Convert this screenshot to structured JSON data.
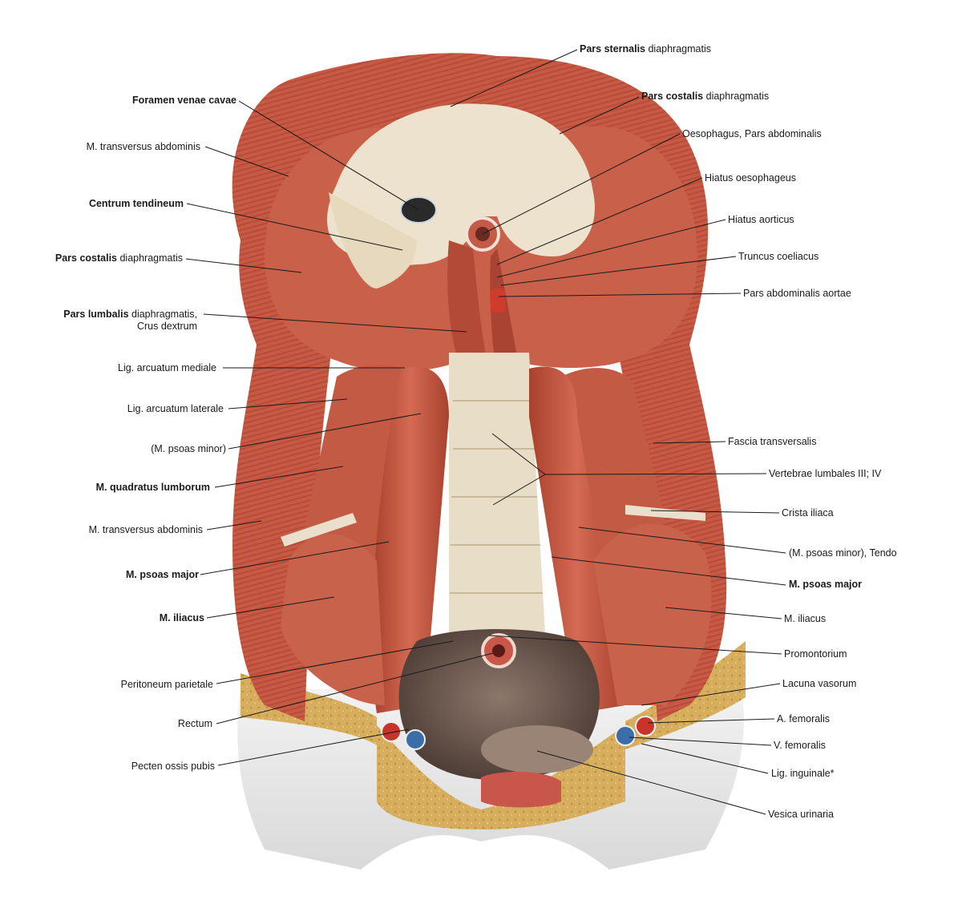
{
  "labels_left": [
    {
      "id": "foramen-venae-cavae",
      "bold": "Foramen venae cavae",
      "rest": ""
    },
    {
      "id": "m-transversus-abdominis-top",
      "bold": "",
      "rest": "M. transversus abdominis"
    },
    {
      "id": "centrum-tendineum",
      "bold": "Centrum tendineum",
      "rest": ""
    },
    {
      "id": "pars-costalis-left",
      "bold": "Pars costalis",
      "rest": " diaphragmatis"
    },
    {
      "id": "pars-lumbalis",
      "bold": "Pars lumbalis",
      "rest": " diaphragmatis,",
      "line2": "Crus dextrum"
    },
    {
      "id": "lig-arcuatum-mediale",
      "bold": "",
      "rest": "Lig. arcuatum mediale"
    },
    {
      "id": "lig-arcuatum-laterale",
      "bold": "",
      "rest": "Lig. arcuatum laterale"
    },
    {
      "id": "m-psoas-minor-left",
      "bold": "",
      "rest": "(M. psoas minor)"
    },
    {
      "id": "m-quadratus-lumborum",
      "bold": "M. quadratus lumborum",
      "rest": ""
    },
    {
      "id": "m-transversus-abdominis-low",
      "bold": "",
      "rest": "M. transversus abdominis"
    },
    {
      "id": "m-psoas-major-left",
      "bold": "M. psoas major",
      "rest": ""
    },
    {
      "id": "m-iliacus-left",
      "bold": "M. iliacus",
      "rest": ""
    },
    {
      "id": "peritoneum-parietale",
      "bold": "",
      "rest": "Peritoneum parietale"
    },
    {
      "id": "rectum",
      "bold": "",
      "rest": "Rectum"
    },
    {
      "id": "pecten-ossis-pubis",
      "bold": "",
      "rest": "Pecten ossis pubis"
    }
  ],
  "labels_right": [
    {
      "id": "pars-sternalis",
      "bold": "Pars sternalis",
      "rest": " diaphragmatis"
    },
    {
      "id": "pars-costalis-right",
      "bold": "Pars costalis",
      "rest": " diaphragmatis"
    },
    {
      "id": "oesophagus",
      "bold": "",
      "rest": "Oesophagus, Pars abdominalis"
    },
    {
      "id": "hiatus-oesophageus",
      "bold": "",
      "rest": "Hiatus oesophageus"
    },
    {
      "id": "hiatus-aorticus",
      "bold": "",
      "rest": "Hiatus aorticus"
    },
    {
      "id": "truncus-coeliacus",
      "bold": "",
      "rest": "Truncus coeliacus"
    },
    {
      "id": "pars-abdominalis-aortae",
      "bold": "",
      "rest": "Pars abdominalis aortae"
    },
    {
      "id": "fascia-transversalis",
      "bold": "",
      "rest": "Fascia transversalis"
    },
    {
      "id": "vertebrae-lumbales",
      "bold": "",
      "rest": "Vertebrae lumbales III; IV"
    },
    {
      "id": "crista-iliaca",
      "bold": "",
      "rest": "Crista iliaca"
    },
    {
      "id": "m-psoas-minor-tendo",
      "bold": "",
      "rest": "(M. psoas minor), Tendo"
    },
    {
      "id": "m-psoas-major-right",
      "bold": "M. psoas major",
      "rest": ""
    },
    {
      "id": "m-iliacus-right",
      "bold": "",
      "rest": "M. iliacus"
    },
    {
      "id": "promontorium",
      "bold": "",
      "rest": "Promontorium"
    },
    {
      "id": "lacuna-vasorum",
      "bold": "",
      "rest": "Lacuna vasorum"
    },
    {
      "id": "a-femoralis",
      "bold": "",
      "rest": "A. femoralis"
    },
    {
      "id": "v-femoralis",
      "bold": "",
      "rest": "V. femoralis"
    },
    {
      "id": "lig-inguinale",
      "bold": "",
      "rest": "Lig. inguinale*"
    },
    {
      "id": "vesica-urinaria",
      "bold": "",
      "rest": "Vesica urinaria"
    }
  ],
  "colors": {
    "muscle": "#c85a45",
    "muscle_dark": "#a23d2c",
    "tendon": "#e9dcc4",
    "fat": "#d6ae5c",
    "skin": "#e6e6e6",
    "bladder": "#6e5a50",
    "vein": "#3b6ea8",
    "leader": "#1a1a1a"
  }
}
